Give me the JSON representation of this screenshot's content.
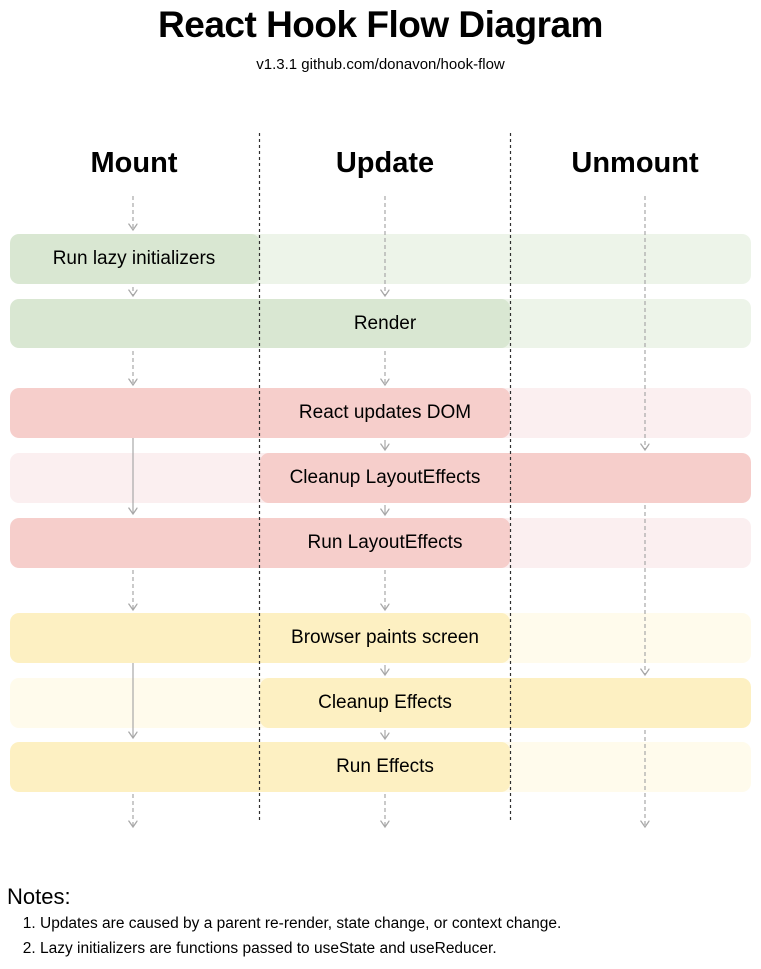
{
  "title": "React Hook Flow Diagram",
  "subtitle": "v1.3.1 github.com/donavon/hook-flow",
  "columns": [
    {
      "id": "mount",
      "label": "Mount"
    },
    {
      "id": "update",
      "label": "Update"
    },
    {
      "id": "unmount",
      "label": "Unmount"
    }
  ],
  "rows": [
    {
      "label": "Run lazy initializers",
      "group": "green",
      "active": [
        "mount"
      ],
      "label_column": "mount"
    },
    {
      "label": "Render",
      "group": "green",
      "active": [
        "mount",
        "update"
      ],
      "label_column": "update"
    },
    {
      "label": "React updates DOM",
      "group": "red",
      "active": [
        "mount",
        "update"
      ],
      "label_column": "update"
    },
    {
      "label": "Cleanup LayoutEffects",
      "group": "red",
      "active": [
        "update",
        "unmount"
      ],
      "label_column": "update"
    },
    {
      "label": "Run LayoutEffects",
      "group": "red",
      "active": [
        "mount",
        "update"
      ],
      "label_column": "update"
    },
    {
      "label": "Browser paints screen",
      "group": "yellow",
      "active": [
        "mount",
        "update"
      ],
      "label_column": "update"
    },
    {
      "label": "Cleanup Effects",
      "group": "yellow",
      "active": [
        "update",
        "unmount"
      ],
      "label_column": "update"
    },
    {
      "label": "Run Effects",
      "group": "yellow",
      "active": [
        "mount",
        "update"
      ],
      "label_column": "update"
    }
  ],
  "colors": {
    "green_active": "#d9e7d2",
    "green_inactive": "#edf4e9",
    "red_active": "#f6cecb",
    "red_inactive": "#fbeff0",
    "yellow_active": "#fdf0c2",
    "yellow_inactive": "#fffbec",
    "arrow_line": "#a8a8a8",
    "separator_line": "#2f2f2f",
    "text": "#000000"
  },
  "notes": {
    "heading": "Notes:",
    "items": [
      "Updates are caused by a parent re-render, state change, or context change.",
      "Lazy initializers are functions passed to useState and useReducer."
    ]
  }
}
